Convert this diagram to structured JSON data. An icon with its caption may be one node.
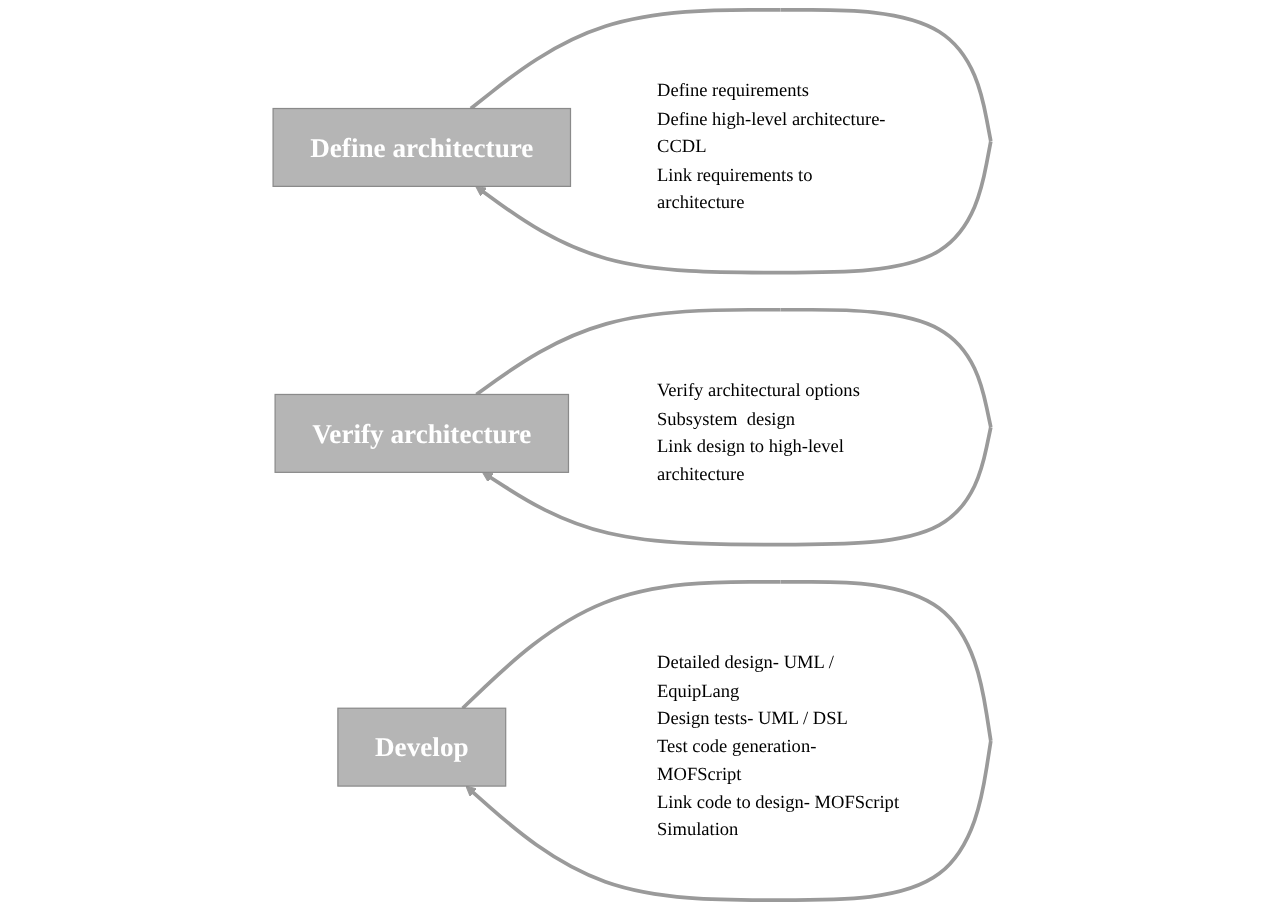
{
  "diagram": {
    "nodes": [
      {
        "text": [
          "Define architecture"
        ],
        "beside": [
          "Define requirements",
          "Define high-level architecture- CCDL",
          "Link requirements to architecture"
        ]
      },
      {
        "text": [
          "Verify architecture"
        ],
        "beside": [
          "Verify architectural options",
          "Subsystem  design",
          "Link design to high-level architecture"
        ]
      },
      {
        "text": [
          "Develop"
        ],
        "beside": [
          "Detailed design- UML / EquipLang",
          "Design tests- UML / DSL",
          "Test code generation- MOFScript",
          "Link code to design- MOFScript",
          "Simulation"
        ]
      }
    ],
    "edges": [
      {
        "from": 0,
        "to": 0,
        "arrow": "to"
      },
      {
        "from": 1,
        "to": 1,
        "arrow": "to"
      },
      {
        "from": 2,
        "to": 2,
        "arrow": "to"
      }
    ]
  }
}
